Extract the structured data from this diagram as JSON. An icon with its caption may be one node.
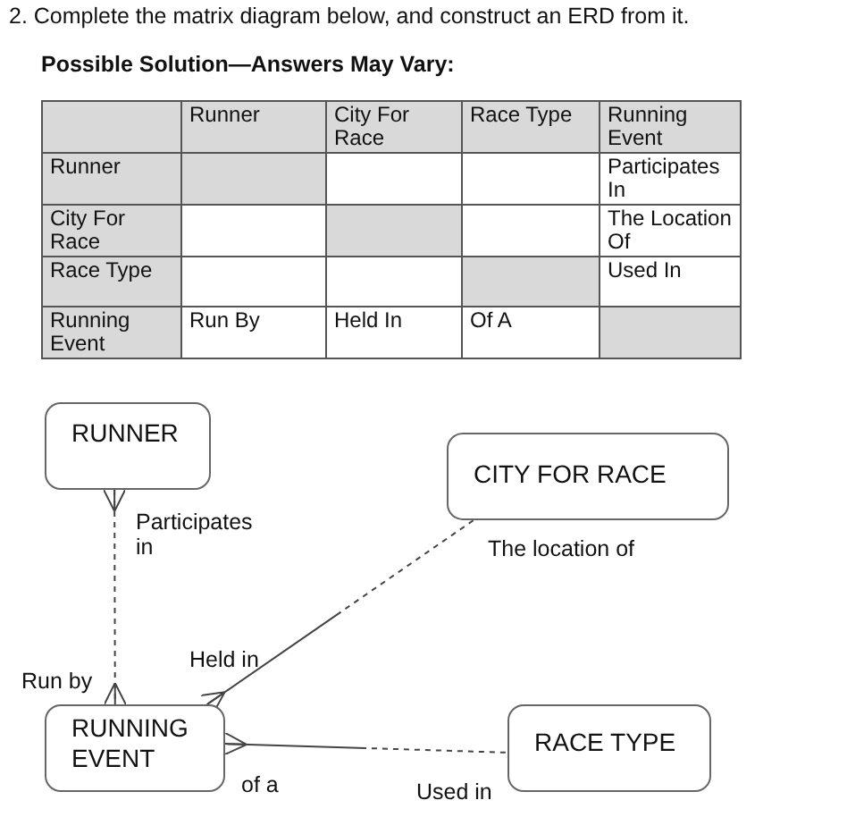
{
  "diagram": {
    "title": "2. Complete the matrix diagram below, and construct an ERD from it.",
    "nodes": [
      {
        "text": [
          "RUNNER"
        ]
      },
      {
        "text": [
          "CITY FOR RACE"
        ]
      },
      {
        "text": [
          "RUNNING EVENT"
        ]
      },
      {
        "text": [
          "RACE TYPE"
        ]
      }
    ],
    "edges": [
      {
        "from": 0,
        "to": 2,
        "arrow": "other",
        "style": "dashed"
      },
      {
        "from": 2,
        "to": 1,
        "arrow": "other"
      },
      {
        "from": 2,
        "to": 3,
        "arrow": "other"
      }
    ],
    "labels": [
      "Possible Solution—Answers May Vary:",
      "Runner",
      "City For Race",
      "Race Type",
      "Running Event",
      "Runner",
      "Participates In",
      "City For Race",
      "The Location Of",
      "Race Type",
      "Used In",
      "Running Event",
      "Run By",
      "Held In",
      "Of A",
      "Participates in",
      "The location of",
      "Held in",
      "Run by",
      "of a",
      "Used in"
    ]
  }
}
